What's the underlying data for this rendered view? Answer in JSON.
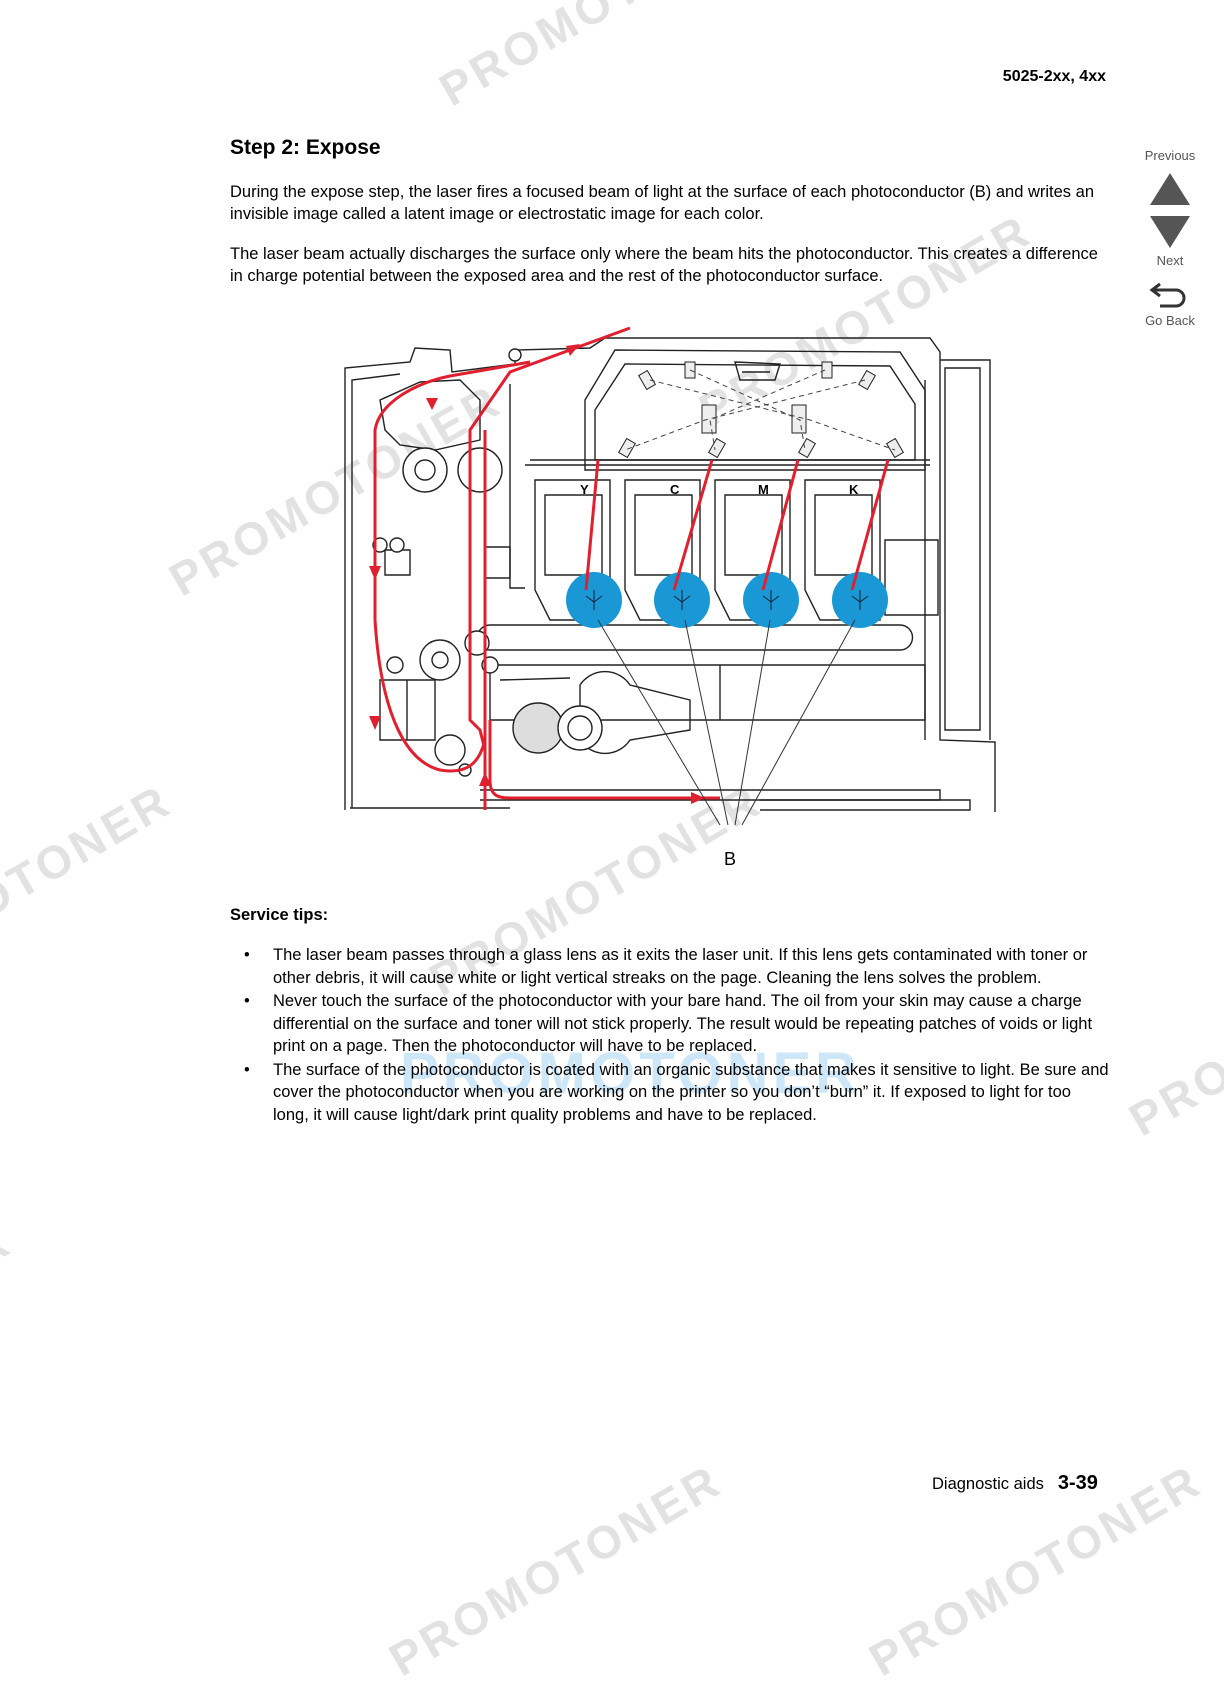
{
  "header": {
    "doc_code": "5025-2xx, 4xx"
  },
  "nav": {
    "previous_label": "Previous",
    "next_label": "Next",
    "go_back_label": "Go Back"
  },
  "section": {
    "title": "Step 2: Expose",
    "paragraphs": [
      "During the expose step, the laser fires a focused beam of light at the surface of each photoconductor (B) and writes an invisible image called a latent image or electrostatic image for each color.",
      "The laser beam actually discharges the surface only where the beam hits the photoconductor. This creates a difference in charge potential between the exposed area and the rest of the photoconductor surface."
    ]
  },
  "figure": {
    "cartridge_labels": [
      "Y",
      "C",
      "M",
      "K"
    ],
    "callout_label": "B",
    "colors": {
      "beam": "#e0202e",
      "photoconductor": "#1a98d6",
      "line": "#222222"
    }
  },
  "service_tips": {
    "heading": "Service tips:",
    "bullet": "•",
    "items": [
      "The laser beam passes through a glass lens as it exits the laser unit. If this lens gets contaminated with toner or other debris, it will cause white or light vertical streaks on the page. Cleaning the lens solves the problem.",
      "Never touch the surface of the photoconductor with your bare hand. The oil from your skin may cause a charge differential on the surface and toner will not stick properly. The result would be repeating patches of voids or light print on a page. Then the photoconductor will have to be replaced.",
      "The surface of the photoconductor is coated with an organic substance that makes it sensitive to light. Be sure and cover the photoconductor when you are working on the printer so you don’t “burn” it. If exposed to light for too long, it will cause light/dark print quality problems and have to be replaced."
    ]
  },
  "footer": {
    "section_label": "Diagnostic aids",
    "page_number": "3-39"
  },
  "watermark": {
    "text": "PROMOTONER"
  }
}
